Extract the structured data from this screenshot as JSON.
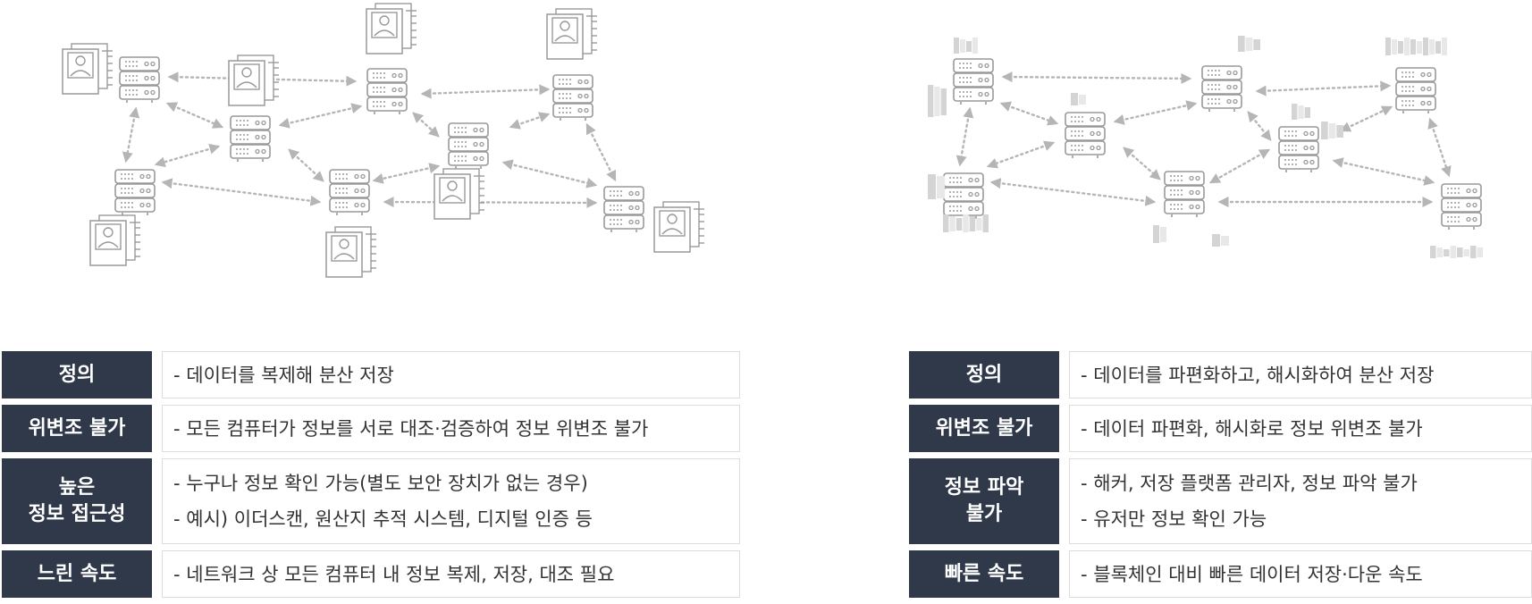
{
  "left_table": {
    "rows": [
      {
        "label": [
          "정의"
        ],
        "lines": [
          "- 데이터를 복제해 분산 저장"
        ]
      },
      {
        "label": [
          "위변조 불가"
        ],
        "lines": [
          "- 모든 컴퓨터가 정보를 서로 대조·검증하여 정보 위변조 불가"
        ]
      },
      {
        "label": [
          "높은",
          "정보 접근성"
        ],
        "lines": [
          "- 누구나 정보 확인 가능(별도 보안 장치가 없는 경우)",
          "- 예시) 이더스캔, 원산지 추적 시스템, 디지털 인증 등"
        ]
      },
      {
        "label": [
          "느린 속도"
        ],
        "lines": [
          "- 네트워크 상 모든 컴퓨터 내 정보 복제, 저장, 대조 필요"
        ]
      }
    ]
  },
  "right_table": {
    "rows": [
      {
        "label": [
          "정의"
        ],
        "lines": [
          "- 데이터를 파편화하고, 해시화하여 분산 저장"
        ]
      },
      {
        "label": [
          "위변조 불가"
        ],
        "lines": [
          "- 데이터 파편화, 해시화로 정보 위변조 불가"
        ]
      },
      {
        "label": [
          "정보 파악",
          "불가"
        ],
        "lines": [
          "- 해커, 저장 플랫폼 관리자, 정보 파악 불가",
          "- 유저만 정보 확인 가능"
        ]
      },
      {
        "label": [
          "빠른 속도"
        ],
        "lines": [
          "- 블록체인 대비 빠른 데이터 저장·다운 속도"
        ]
      }
    ]
  },
  "colors": {
    "label_bg": "#2f394a",
    "icon_stroke": "#999999",
    "arrow": "#b5b5b5"
  },
  "icons": {
    "server": "server-icon",
    "document": "user-document-icon",
    "fragment": "fragment-icon"
  }
}
